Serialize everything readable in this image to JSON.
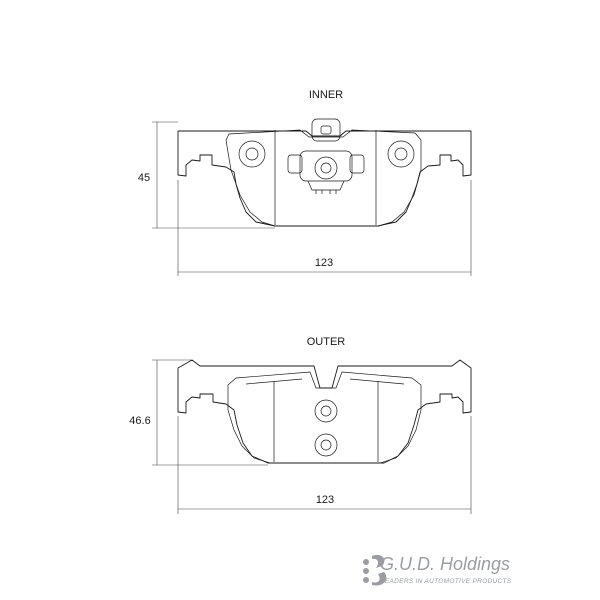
{
  "inner": {
    "label": "INNER",
    "height": "45",
    "width": "123"
  },
  "outer": {
    "label": "OUTER",
    "height": "46.6",
    "width": "123"
  },
  "brand": {
    "name": "G.U.D. Holdings",
    "tagline": "LEADERS IN AUTOMOTIVE PRODUCTS"
  },
  "colors": {
    "line": "#1a1a1a",
    "brand_grey": "#9a9ea3"
  }
}
